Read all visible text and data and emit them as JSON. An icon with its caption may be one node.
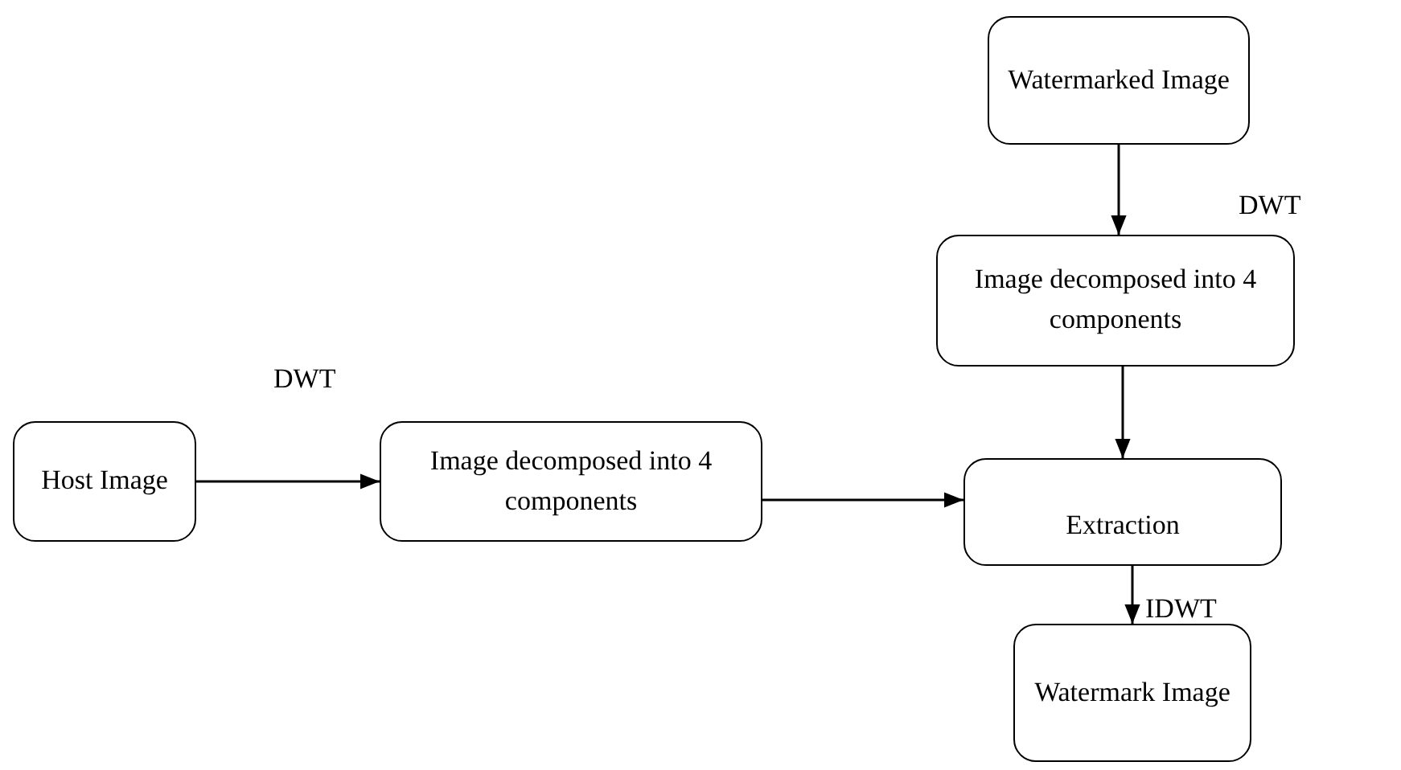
{
  "diagram": {
    "nodes": [
      {
        "text": [
          "Host Image"
        ]
      },
      {
        "text": [
          "Image decomposed into 4 components"
        ]
      },
      {
        "text": [
          "Extraction"
        ]
      },
      {
        "text": [
          "Watermarked Image"
        ]
      },
      {
        "text": [
          "Image decomposed into 4 components"
        ]
      },
      {
        "text": [
          "Watermark Image"
        ]
      }
    ],
    "edges": [
      {
        "from": 0,
        "to": 1,
        "arrow": "to",
        "label": "DWT"
      },
      {
        "from": 1,
        "to": 2,
        "arrow": "to"
      },
      {
        "from": 3,
        "to": 4,
        "arrow": "to",
        "label": "DWT"
      },
      {
        "from": 4,
        "to": 2,
        "arrow": "to"
      },
      {
        "from": 2,
        "to": 5,
        "arrow": "to",
        "label": "IDWT"
      }
    ]
  }
}
